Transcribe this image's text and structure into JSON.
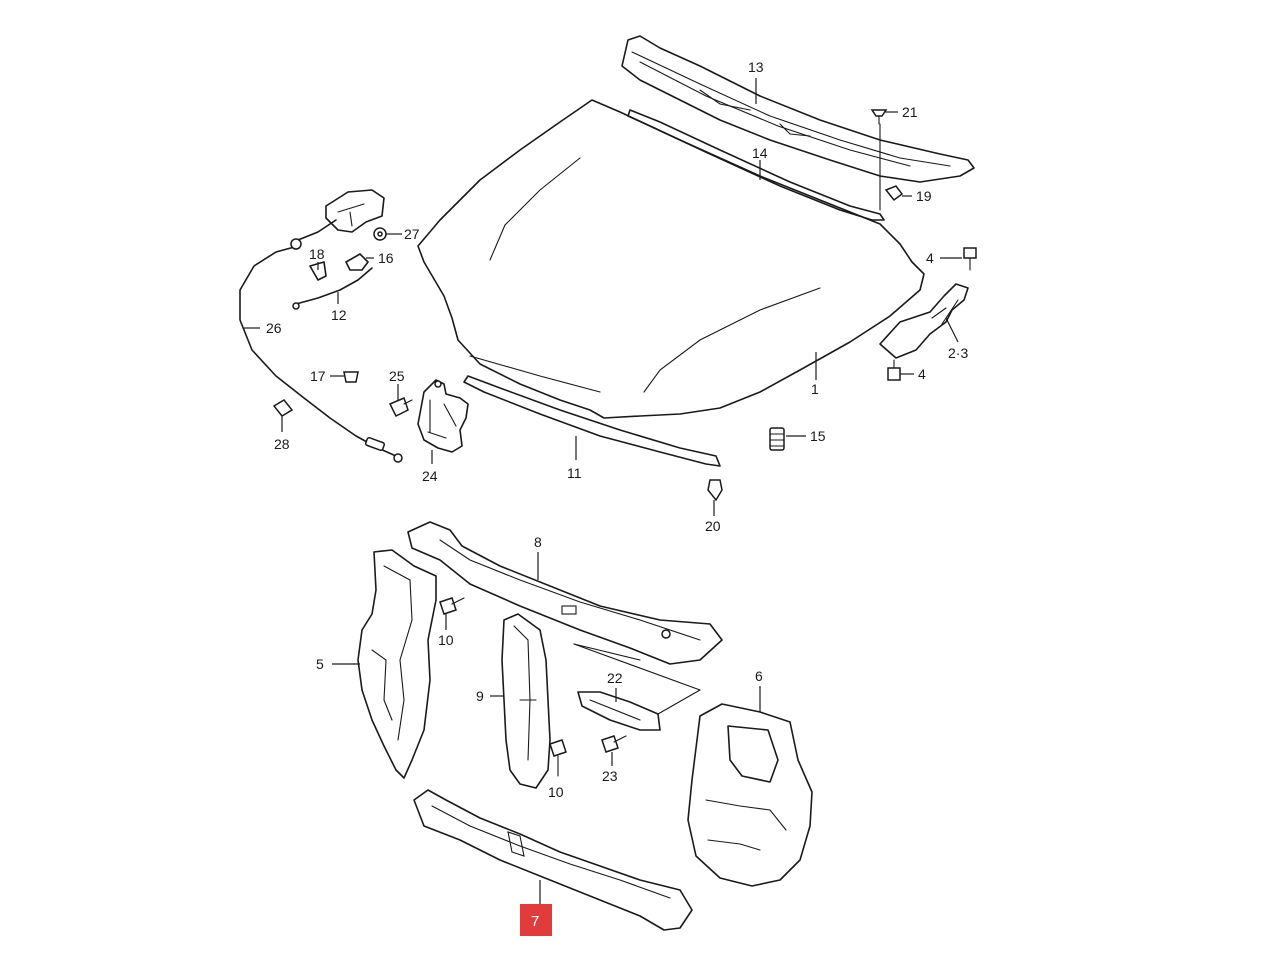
{
  "diagram": {
    "highlighted_part": "7",
    "accent_color": "#e23b3b",
    "callouts": {
      "c1": "1",
      "c2_3": "2·3",
      "c4a": "4",
      "c4b": "4",
      "c5": "5",
      "c6": "6",
      "c7": "7",
      "c8": "8",
      "c9": "9",
      "c10a": "10",
      "c10b": "10",
      "c11": "11",
      "c12": "12",
      "c13": "13",
      "c14": "14",
      "c15": "15",
      "c16": "16",
      "c17": "17",
      "c18": "18",
      "c19": "19",
      "c20": "20",
      "c21": "21",
      "c22": "22",
      "c23": "23",
      "c24": "24",
      "c25": "25",
      "c26": "26",
      "c27": "27",
      "c28": "28"
    }
  }
}
